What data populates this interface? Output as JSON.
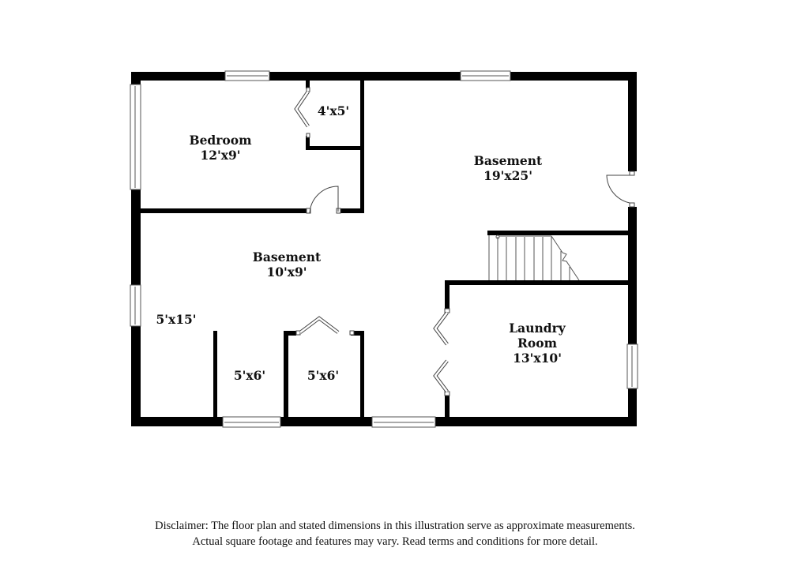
{
  "floor_plan": {
    "rooms": [
      {
        "id": "bedroom",
        "name": "Bedroom",
        "dimensions": "12'x9'"
      },
      {
        "id": "closet-bedroom",
        "name": "",
        "dimensions": "4'x5'"
      },
      {
        "id": "basement-main",
        "name": "Basement",
        "dimensions": "19'x25'"
      },
      {
        "id": "basement-small",
        "name": "Basement",
        "dimensions": "10'x9'"
      },
      {
        "id": "area-left",
        "name": "",
        "dimensions": "5'x15'"
      },
      {
        "id": "closet-1",
        "name": "",
        "dimensions": "5'x6'"
      },
      {
        "id": "closet-2",
        "name": "",
        "dimensions": "5'x6'"
      },
      {
        "id": "laundry",
        "name_line1": "Laundry",
        "name_line2": "Room",
        "dimensions": "13'x10'"
      }
    ],
    "colors": {
      "wall": "#000000",
      "background": "#ffffff",
      "fixture_stroke": "#555555"
    }
  },
  "disclaimer": {
    "line1": "Disclaimer: The floor plan and stated dimensions in this illustration serve as approximate measurements.",
    "line2": "Actual square footage and features may vary. Read terms and conditions for more detail."
  }
}
